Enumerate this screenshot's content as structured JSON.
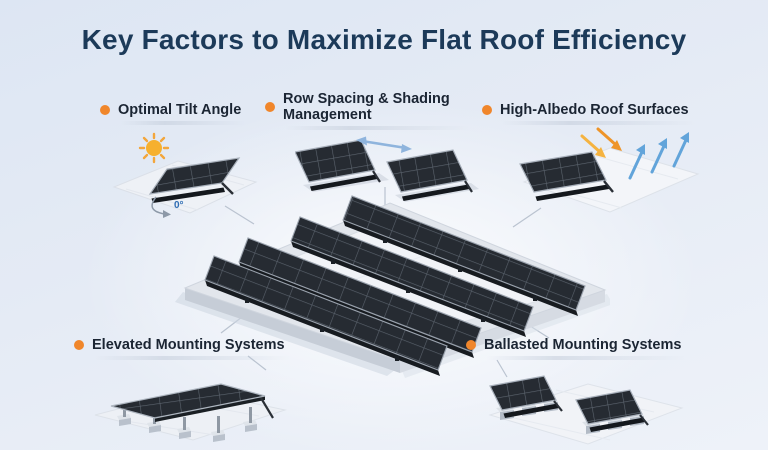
{
  "title": "Key Factors to Maximize Flat Roof Efficiency",
  "factors": [
    {
      "id": "optimal-tilt-angle",
      "label": "Optimal Tilt Angle"
    },
    {
      "id": "row-spacing-shading",
      "label": "Row Spacing & Shading Management"
    },
    {
      "id": "high-albedo",
      "label": "High-Albedo Roof Surfaces"
    },
    {
      "id": "elevated-mounting",
      "label": "Elevated Mounting Systems"
    },
    {
      "id": "ballasted-mounting",
      "label": "Ballasted Mounting Systems"
    }
  ],
  "annotations": {
    "tilt_angle_value": "0°"
  },
  "colors": {
    "accent_orange": "#F0862B",
    "title_navy": "#1C3A59",
    "label_dark": "#1B2533",
    "panel_dark": "#262B32",
    "roof_light": "#F1F3F7",
    "spacing_arrow_blue": "#8FB4DD",
    "reflection_blue": "#62A4DA",
    "sunlight_orange": "#F0A238",
    "connector_gray": "#BAC3D0",
    "angle_text_blue": "#2E6CB3"
  }
}
